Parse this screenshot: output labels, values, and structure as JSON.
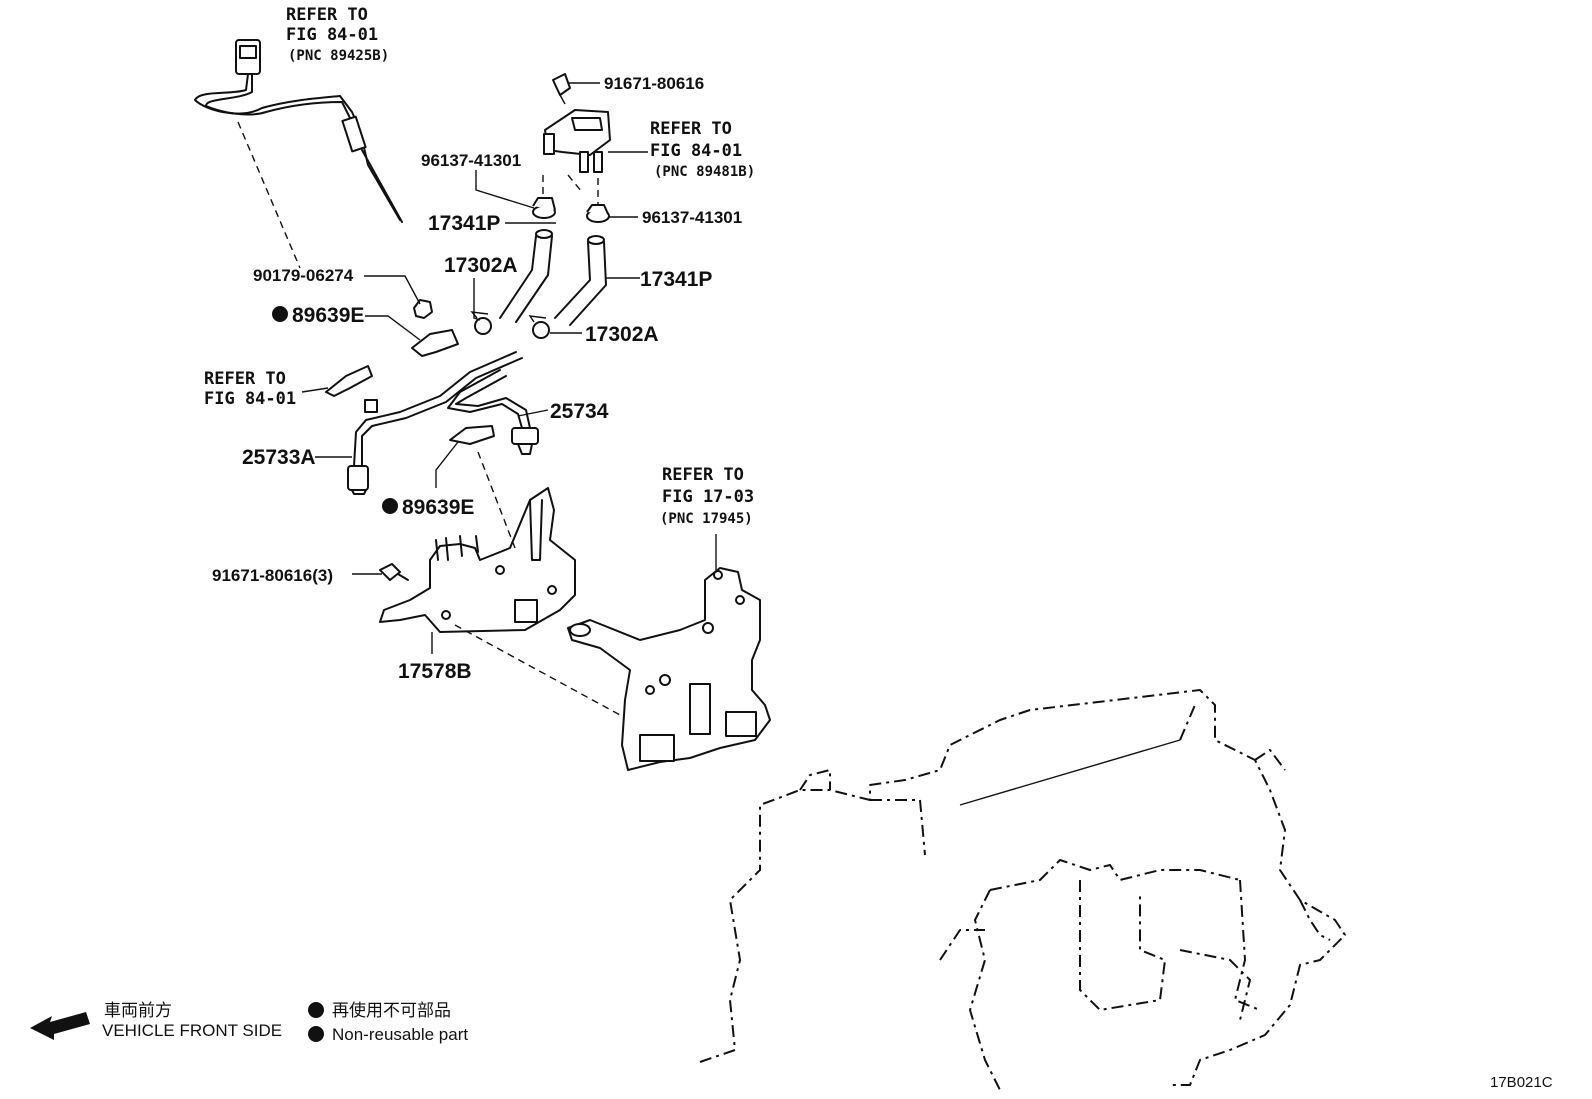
{
  "refs": [
    {
      "id": "ref1",
      "lines": [
        "REFER TO",
        "FIG 84-01",
        "(PNC 89425B)"
      ]
    },
    {
      "id": "ref2",
      "lines": [
        "REFER TO",
        "FIG 84-01",
        "(PNC 89481B)"
      ]
    },
    {
      "id": "ref3",
      "lines": [
        "REFER TO",
        "FIG 84-01"
      ]
    },
    {
      "id": "ref4",
      "lines": [
        "REFER TO",
        "FIG 17-03",
        "(PNC 17945)"
      ]
    }
  ],
  "parts": {
    "p91671_top": "91671-80616",
    "p96137_a": "96137-41301",
    "p96137_b": "96137-41301",
    "p17341P_a": "17341P",
    "p17341P_b": "17341P",
    "p17302A_a": "17302A",
    "p17302A_b": "17302A",
    "p90179": "90179-06274",
    "p89639E_a": "89639E",
    "p89639E_b": "89639E",
    "p25734": "25734",
    "p25733A": "25733A",
    "p91671_3": "91671-80616(3)",
    "p17578B": "17578B"
  },
  "legend": {
    "front_jp": "車両前方",
    "front_en": "VEHICLE FRONT SIDE",
    "nonreuse_jp": "再使用不可部品",
    "nonreuse_en": "Non-reusable part"
  },
  "figure_code": "17B021C"
}
